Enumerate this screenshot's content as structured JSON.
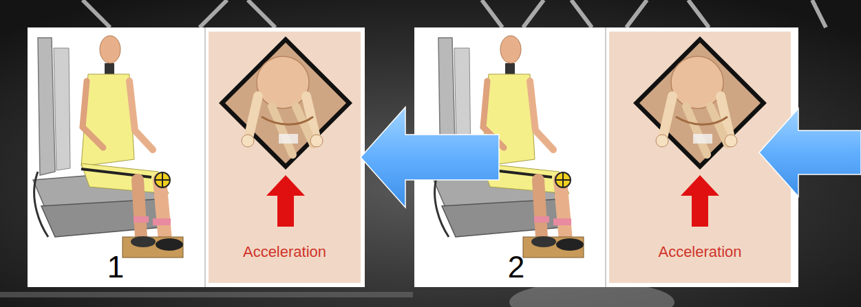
{
  "diagram": {
    "nodes": [
      {
        "text": [
          "1"
        ]
      },
      {
        "text": [
          "Acceleration"
        ]
      },
      {
        "text": [
          "2"
        ]
      },
      {
        "text": [
          "Acceleration"
        ]
      }
    ],
    "edges": [
      {
        "from": 2,
        "to": 1,
        "arrow": "to"
      }
    ]
  }
}
